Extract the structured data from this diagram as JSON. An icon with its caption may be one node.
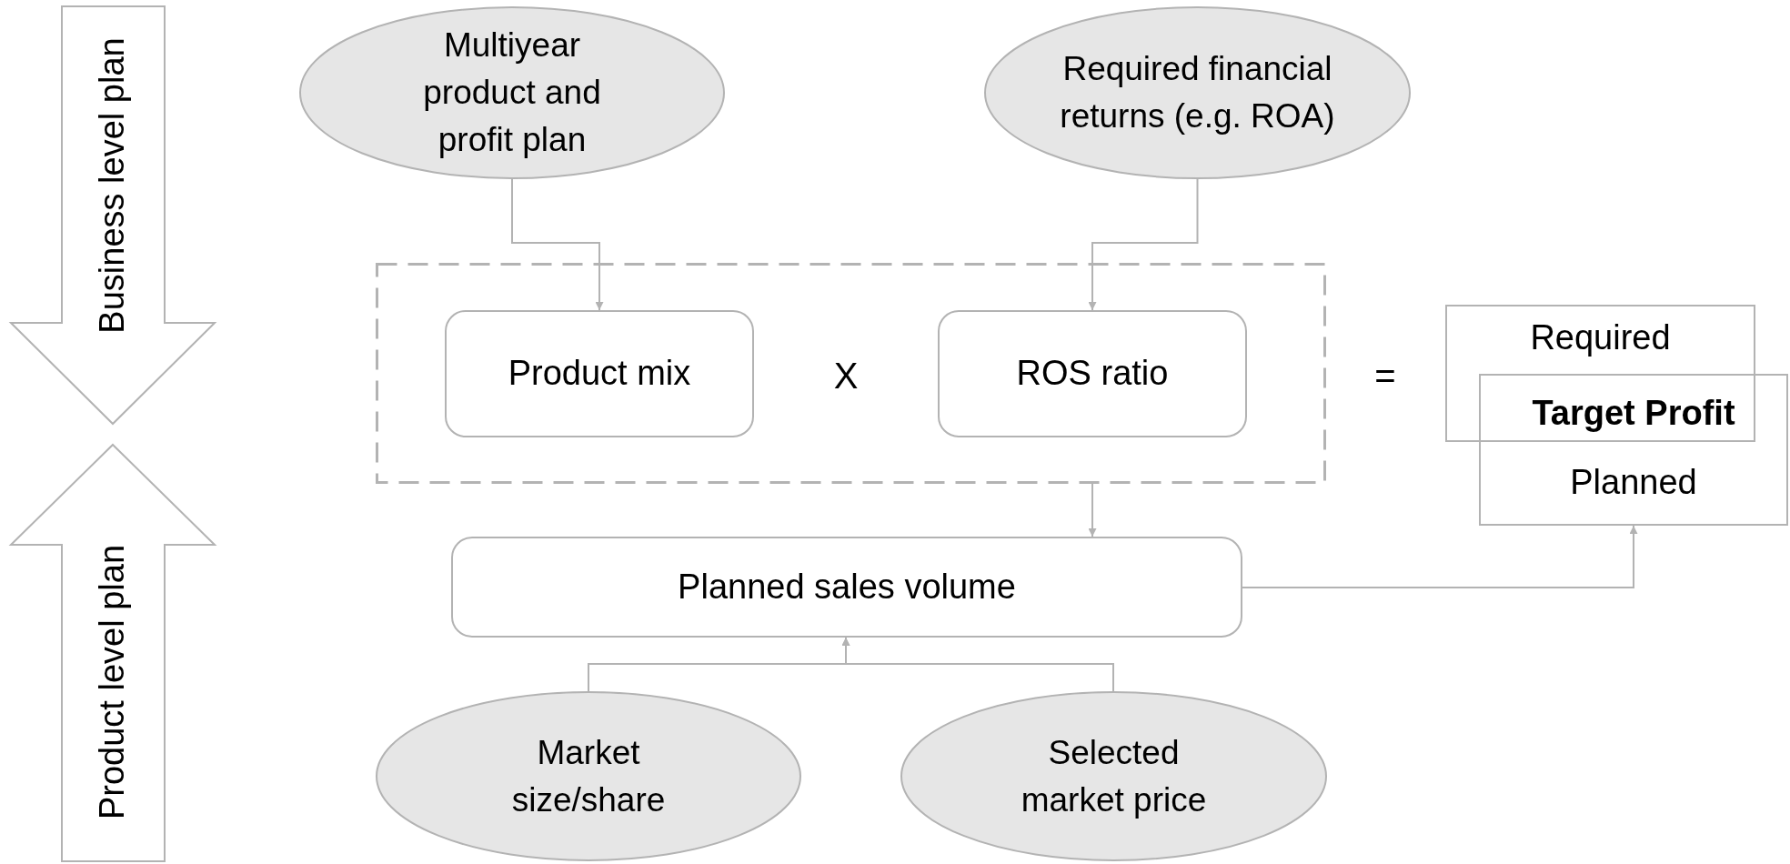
{
  "diagram": {
    "nodes": [
      {
        "text": [
          "Business level plan"
        ]
      },
      {
        "text": [
          "Product level plan"
        ]
      },
      {
        "text": [
          "Multiyear product and profit plan"
        ]
      },
      {
        "text": [
          "Required financial returns (e.g. ROA)"
        ]
      },
      {
        "text": [],
        "shape": "box"
      },
      {
        "text": [
          "Product mix"
        ],
        "in": 4
      },
      {
        "text": [
          "ROS ratio"
        ],
        "in": 4
      },
      {
        "text": [
          "Planned sales volume"
        ]
      },
      {
        "text": [
          "Required"
        ]
      },
      {
        "text": [
          "Planned"
        ]
      },
      {
        "text": [
          "Market size/share"
        ]
      },
      {
        "text": [
          "Selected market price"
        ]
      }
    ],
    "edges": [
      {
        "from": 2,
        "to": 5,
        "arrow": "to"
      },
      {
        "from": 3,
        "to": 6,
        "arrow": "to"
      },
      {
        "from": 4,
        "to": 7,
        "arrow": "to"
      },
      {
        "from": 7,
        "to": 9,
        "arrow": "to"
      },
      {
        "from": 10,
        "to": 7,
        "arrow": "to"
      },
      {
        "from": 11,
        "to": 7,
        "arrow": "to"
      }
    ],
    "labels": [
      "X",
      "=",
      "Target Profit"
    ]
  }
}
